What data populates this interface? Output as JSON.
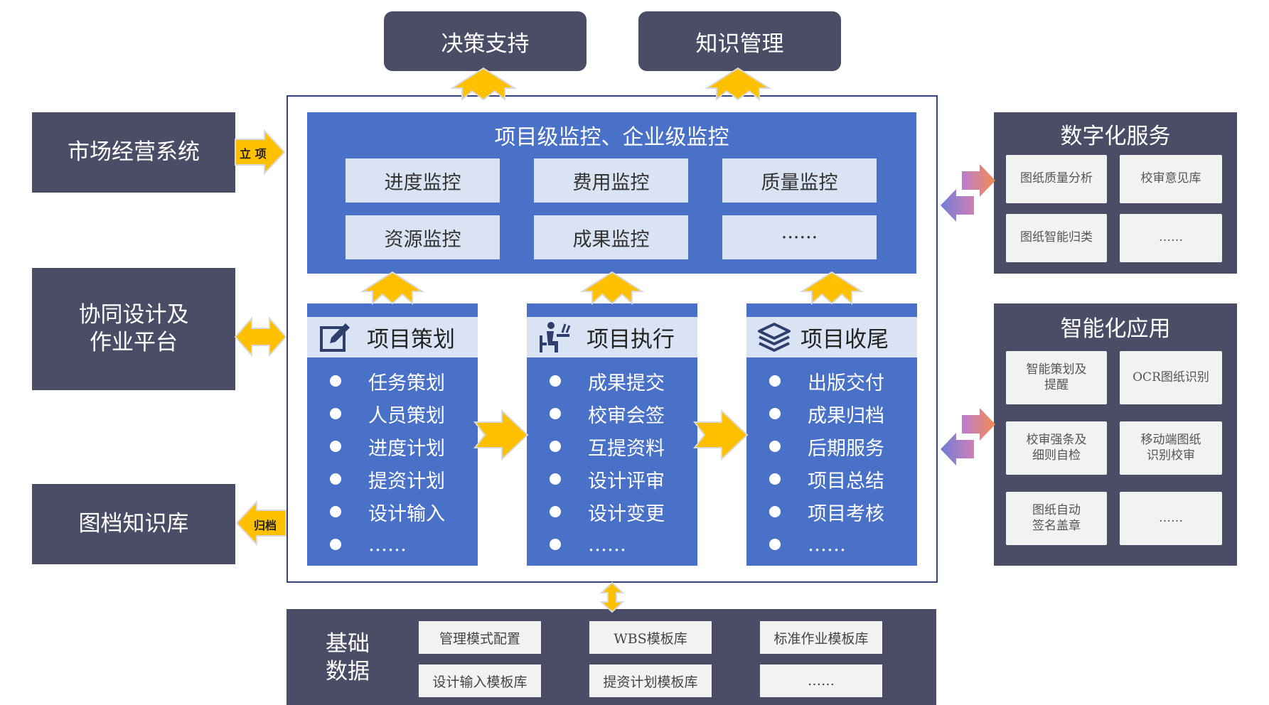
{
  "top_boxes": [
    "决策支持",
    "知识管理"
  ],
  "left_boxes": {
    "market": "市场经营系统",
    "collab_line1": "协同设计及",
    "collab_line2": "作业平台",
    "archive": "图档知识库"
  },
  "arrow_labels": {
    "lixiang": "立 项",
    "guidang": "归档"
  },
  "monitor": {
    "title": "项目级监控、企业级监控",
    "items": [
      "进度监控",
      "费用监控",
      "质量监控",
      "资源监控",
      "成果监控",
      "······"
    ]
  },
  "columns": [
    {
      "title": "项目策划",
      "icon": "edit-icon",
      "items": [
        "任务策划",
        "人员策划",
        "进度计划",
        "提资计划",
        "设计输入",
        "……"
      ]
    },
    {
      "title": "项目执行",
      "icon": "person-desk-icon",
      "items": [
        "成果提交",
        "校审会签",
        "互提资料",
        "设计评审",
        "设计变更",
        "……"
      ]
    },
    {
      "title": "项目收尾",
      "icon": "layers-icon",
      "items": [
        "出版交付",
        "成果归档",
        "后期服务",
        "项目总结",
        "项目考核",
        "……"
      ]
    }
  ],
  "digital_service": {
    "title": "数字化服务",
    "cards": [
      "图纸质量分析",
      "校审意见库",
      "图纸智能归类",
      "……"
    ]
  },
  "smart_app": {
    "title": "智能化应用",
    "cards": [
      "智能策划及\n提醒",
      "OCR图纸识别",
      "校审强条及\n细则自检",
      "移动端图纸\n识别校审",
      "图纸自动\n签名盖章",
      "……"
    ]
  },
  "foundation": {
    "title_line1": "基础",
    "title_line2": "数据",
    "cards": [
      "管理模式配置",
      "WBS模板库",
      "标准作业模板库",
      "设计输入模板库",
      "提资计划模板库",
      "……"
    ]
  },
  "colors": {
    "dark_box": "#4b4c66",
    "blue": "#4a71c8",
    "light_blue": "#dae3f3",
    "arrow_fill": "#ffc000",
    "arrow_stroke": "#d9d9d9"
  }
}
